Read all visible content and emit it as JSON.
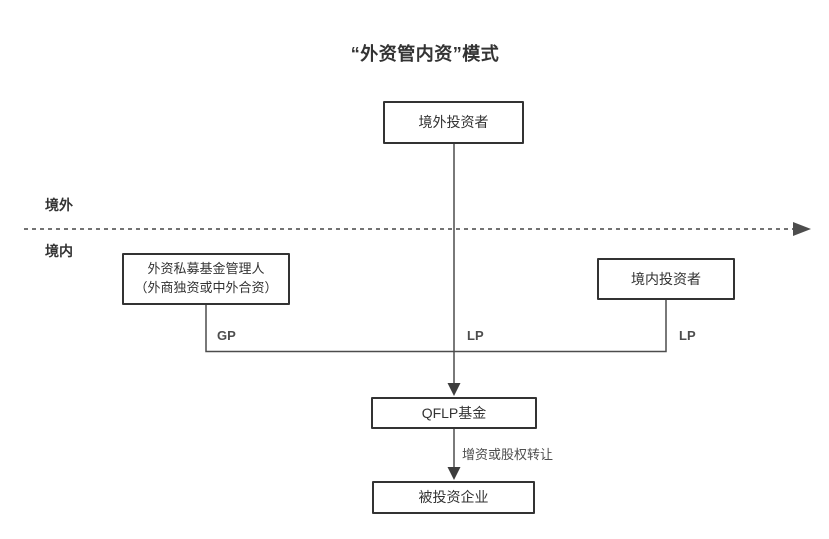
{
  "title": "“外资管内资”模式",
  "regions": {
    "overseas": "境外",
    "domestic": "境内"
  },
  "nodes": {
    "overseas_investor": "境外投资者",
    "fund_manager_line1": "外资私募基金管理人",
    "fund_manager_line2": "（外商独资或中外合资）",
    "domestic_investor": "境内投资者",
    "qflp_fund": "QFLP基金",
    "investee_company": "被投资企业"
  },
  "edge_labels": {
    "gp": "GP",
    "lp_overseas": "LP",
    "lp_domestic": "LP",
    "investment_method": "增资或股权转让"
  },
  "colors": {
    "text": "#333333",
    "box_border": "#333333",
    "box_background": "#ffffff",
    "connector_line": "#4d4d4d",
    "dashed_border_line": "#737373",
    "edge_label_text": "#4d4d4d"
  }
}
